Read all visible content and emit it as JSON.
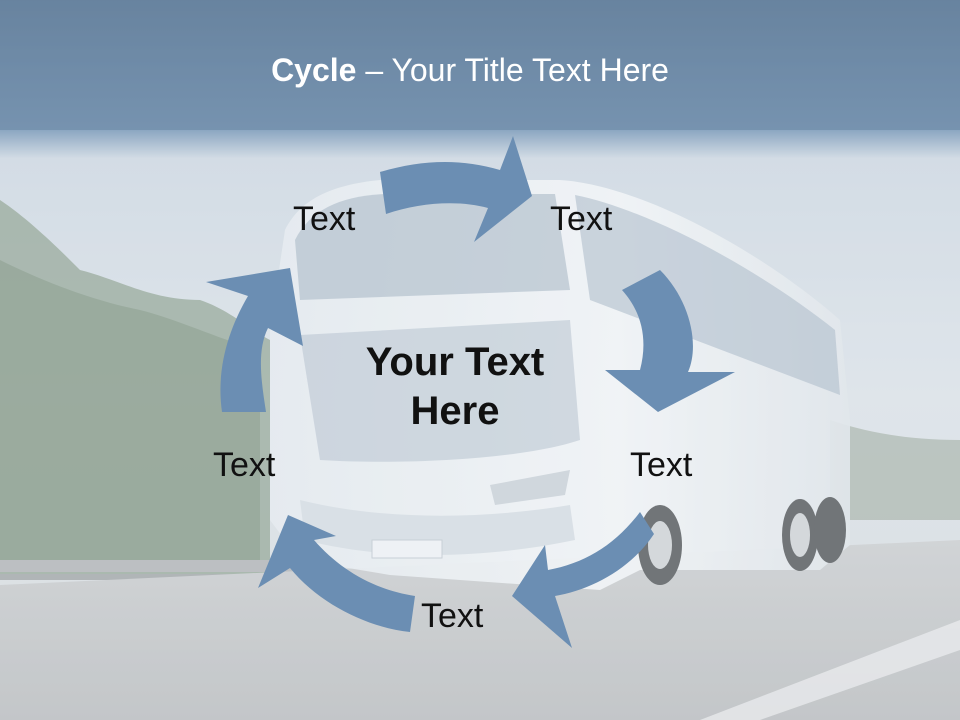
{
  "slide": {
    "title_bold": "Cycle",
    "title_rest": " – Your Title Text Here",
    "center_text": "Your Text Here"
  },
  "cycle_items": [
    {
      "label": "Text"
    },
    {
      "label": "Text"
    },
    {
      "label": "Text"
    },
    {
      "label": "Text"
    },
    {
      "label": "Text"
    }
  ],
  "colors": {
    "arrow_fill": "#6b8eb3",
    "title_band": "#5a7ea6",
    "sky": "#c9d6e2",
    "road": "#b8bcbf",
    "trees": "#7f9583",
    "bus": "#e8eef3"
  },
  "icons": {
    "background": "bus-photo",
    "arrows": "cycle-arrow"
  }
}
